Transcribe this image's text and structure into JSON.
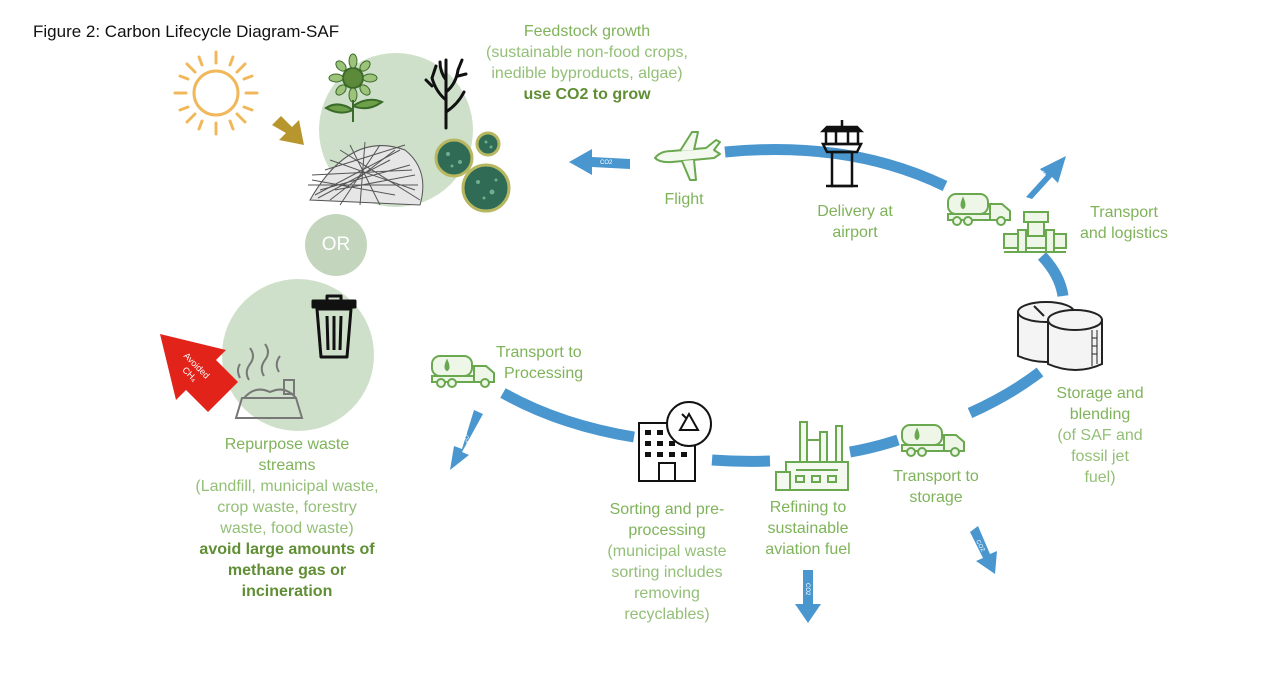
{
  "figure": {
    "title": "Figure 2: Carbon Lifecycle Diagram-SAF"
  },
  "colors": {
    "cycle_arrow": "#4a97d0",
    "label_green": "#7fb35a",
    "label_dark_green": "#5f8e34",
    "avoided_arrow": "#e2231a",
    "sun": "#f1b85b",
    "sun_arrow": "#b8962e",
    "circle_fill": "#c7dac1"
  },
  "feedstock": {
    "title": "Feedstock growth",
    "desc_1": "(sustainable non-food crops,",
    "desc_2": "inedible byproducts, algae)",
    "note": "use CO2 to grow"
  },
  "or_label": "OR",
  "waste": {
    "title_1": "Repurpose waste",
    "title_2": "streams",
    "desc_1": "(Landfill, municipal waste,",
    "desc_2": "crop waste, forestry",
    "desc_3": "waste, food waste)",
    "note_1": "avoid large amounts of",
    "note_2": "methane gas or",
    "note_3": "incineration"
  },
  "avoided": {
    "line_1": "Avoided",
    "line_2": "CH₄"
  },
  "stages": {
    "flight": "Flight",
    "delivery_1": "Delivery at",
    "delivery_2": "airport",
    "transport_logistics_1": "Transport",
    "transport_logistics_2": "and logistics",
    "storage_1": "Storage and",
    "storage_2": "blending",
    "storage_3": "(of SAF and",
    "storage_4": "fossil jet",
    "storage_5": "fuel)",
    "transport_storage_1": "Transport to",
    "transport_storage_2": "storage",
    "refining_1": "Refining to",
    "refining_2": "sustainable",
    "refining_3": "aviation fuel",
    "sorting_1": "Sorting and pre-",
    "sorting_2": "processing",
    "sorting_3": "(municipal waste",
    "sorting_4": "sorting includes",
    "sorting_5": "removing",
    "sorting_6": "recyclables)",
    "transport_processing_1": "Transport to",
    "transport_processing_2": "Processing"
  },
  "emission_label": "CO2",
  "icons": [
    "sun-icon",
    "sunflower-icon",
    "seaweed-icon",
    "straw-pile-icon",
    "algae-cells-icon",
    "trash-can-icon",
    "landfill-icon",
    "airplane-icon",
    "control-tower-icon",
    "fuel-truck-icon",
    "pipe-valve-icon",
    "storage-tanks-icon",
    "refinery-icon",
    "recycling-building-icon"
  ]
}
